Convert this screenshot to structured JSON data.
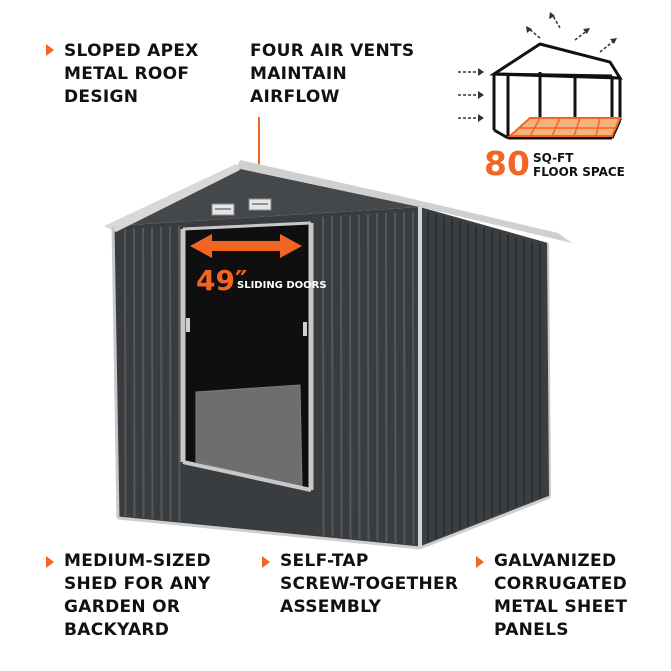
{
  "colors": {
    "accent": "#f26522",
    "shed_panel": "#3a3d40",
    "shed_trim": "#d9d9d9",
    "text": "#111111"
  },
  "features": {
    "roof": {
      "icon": "orange-triangle-bullet",
      "lines": [
        "SLOPED APEX",
        "METAL ROOF",
        "DESIGN"
      ]
    },
    "vents": {
      "lines": [
        "FOUR AIR VENTS",
        "MAINTAIN",
        "AIRFLOW"
      ]
    },
    "size": {
      "icon": "orange-triangle-bullet",
      "lines": [
        "MEDIUM-SIZED",
        "SHED FOR ANY",
        "GARDEN OR",
        "BACKYARD"
      ]
    },
    "assembly": {
      "icon": "orange-triangle-bullet",
      "lines": [
        "SELF-TAP",
        "SCREW-TOGETHER",
        "ASSEMBLY"
      ]
    },
    "panels": {
      "icon": "orange-triangle-bullet",
      "lines": [
        "GALVANIZED",
        "CORRUGATED",
        "METAL SHEET",
        "PANELS"
      ]
    }
  },
  "floor_space": {
    "number": "80",
    "line1": "SQ-FT",
    "line2": "FLOOR SPACE"
  },
  "doors": {
    "number": "49″",
    "label": "SLIDING DOORS"
  }
}
